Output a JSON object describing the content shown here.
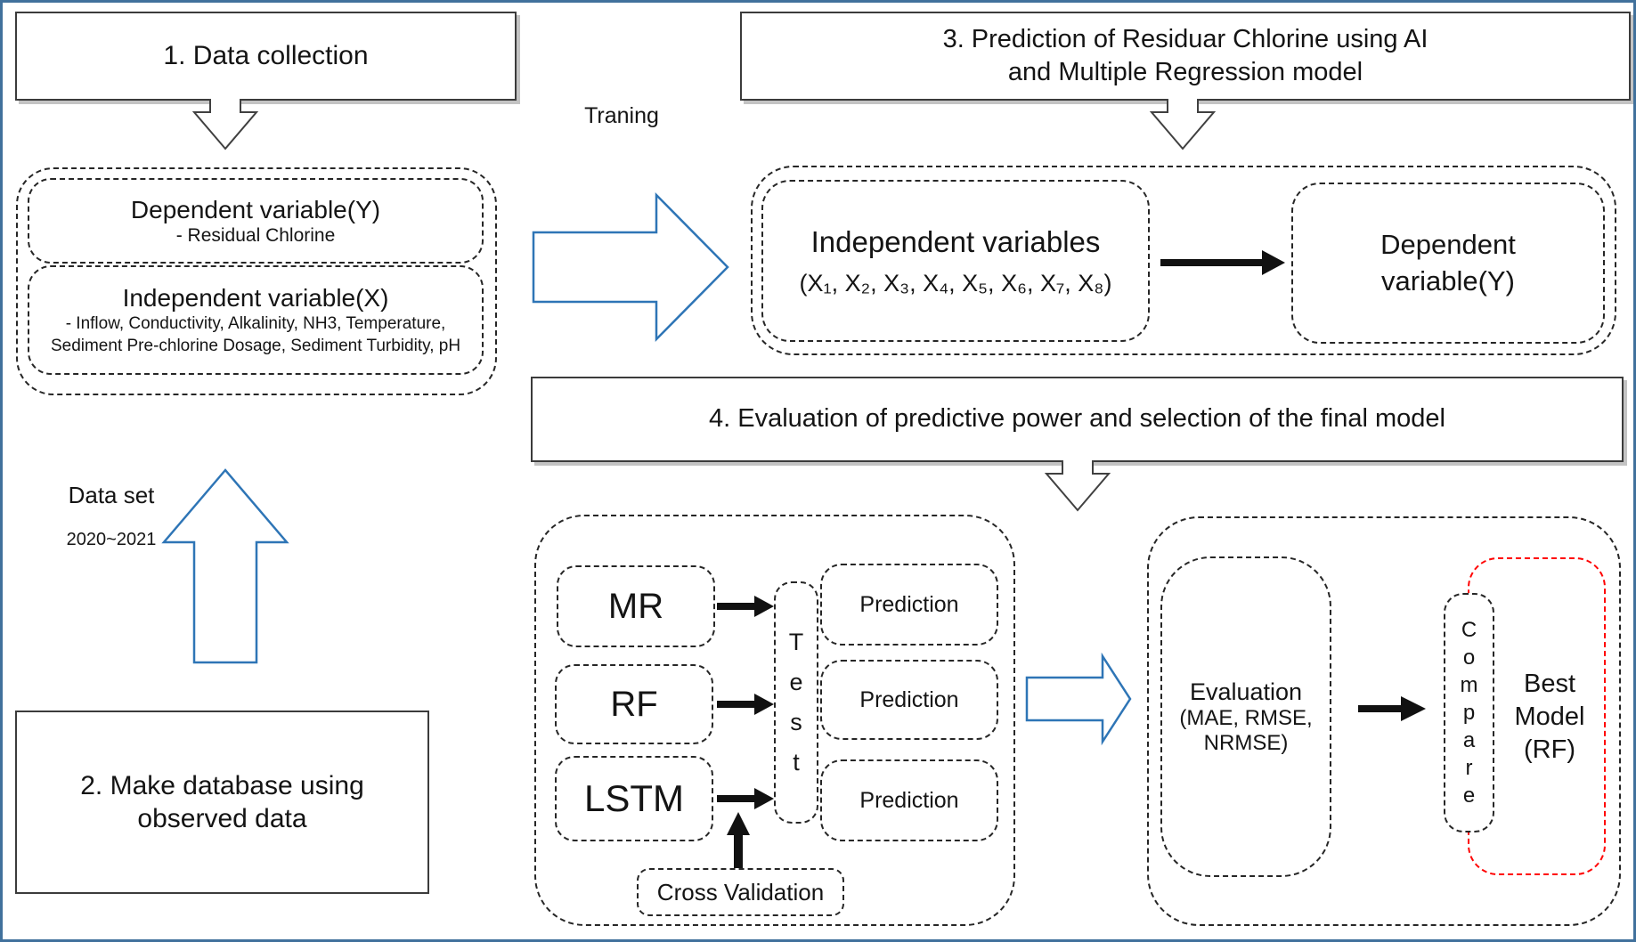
{
  "colors": {
    "accent_blue": "#2E75B6",
    "page_border_blue": "#41719C",
    "dash_black": "#262626",
    "dash_red": "#FF0000"
  },
  "steps": {
    "step1": {
      "label": "1. Data collection"
    },
    "step2": {
      "line1": "2. Make database using",
      "line2": "observed data"
    },
    "step3": {
      "line1": "3. Prediction of Residuar Chlorine using AI",
      "line2": "and Multiple Regression model"
    },
    "step4": {
      "label": "4. Evaluation of predictive power and selection of the final model"
    }
  },
  "variables_panel": {
    "dependent": {
      "title": "Dependent variable(Y)",
      "subtitle": "- Residual Chlorine"
    },
    "independent": {
      "title": "Independent variable(X)",
      "line1": "- Inflow, Conductivity, Alkalinity, NH3, Temperature,",
      "line2": "Sediment Pre-chlorine Dosage, Sediment Turbidity, pH"
    }
  },
  "dataset": {
    "title": "Data set",
    "range": "2020~2021"
  },
  "training": {
    "label": "Traning"
  },
  "model_input_panel": {
    "independent": {
      "title": "Independent variables",
      "subtitle": "(X₁, X₂, X₃, X₄, X₅, X₆, X₇, X₈)"
    },
    "dependent": {
      "line1": "Dependent",
      "line2": "variable(Y)"
    }
  },
  "test_panel": {
    "models": [
      {
        "name": "MR"
      },
      {
        "name": "RF"
      },
      {
        "name": "LSTM"
      }
    ],
    "test_label": "Test",
    "predictions": [
      {
        "label": "Prediction"
      },
      {
        "label": "Prediction"
      },
      {
        "label": "Prediction"
      }
    ],
    "cross_validation": "Cross Validation"
  },
  "selection_panel": {
    "evaluation_line1": "Evaluation",
    "evaluation_line2": "(MAE, RMSE,",
    "evaluation_line3": "NRMSE)",
    "compare_label": "Compare",
    "best_line1": "Best",
    "best_line2": "Model",
    "best_line3": "(RF)"
  }
}
